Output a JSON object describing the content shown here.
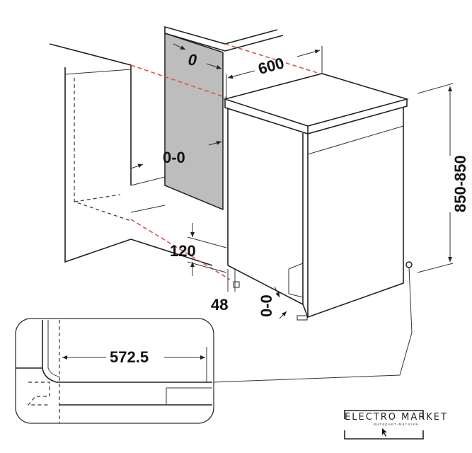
{
  "dimensions": {
    "top_gap": "0",
    "width": "600",
    "side_gap": "0-0",
    "height": "850-850",
    "toe_kick_height": "120",
    "foot_offset": "48",
    "foot_adjust": "0-0",
    "inset_depth": "572.5"
  },
  "logo": {
    "name": "ELECTRO MARKET",
    "subtitle": "интернет-магазин"
  },
  "colors": {
    "panel": "#bdbdbd",
    "guide": "#d9534f",
    "line": "#222222"
  }
}
